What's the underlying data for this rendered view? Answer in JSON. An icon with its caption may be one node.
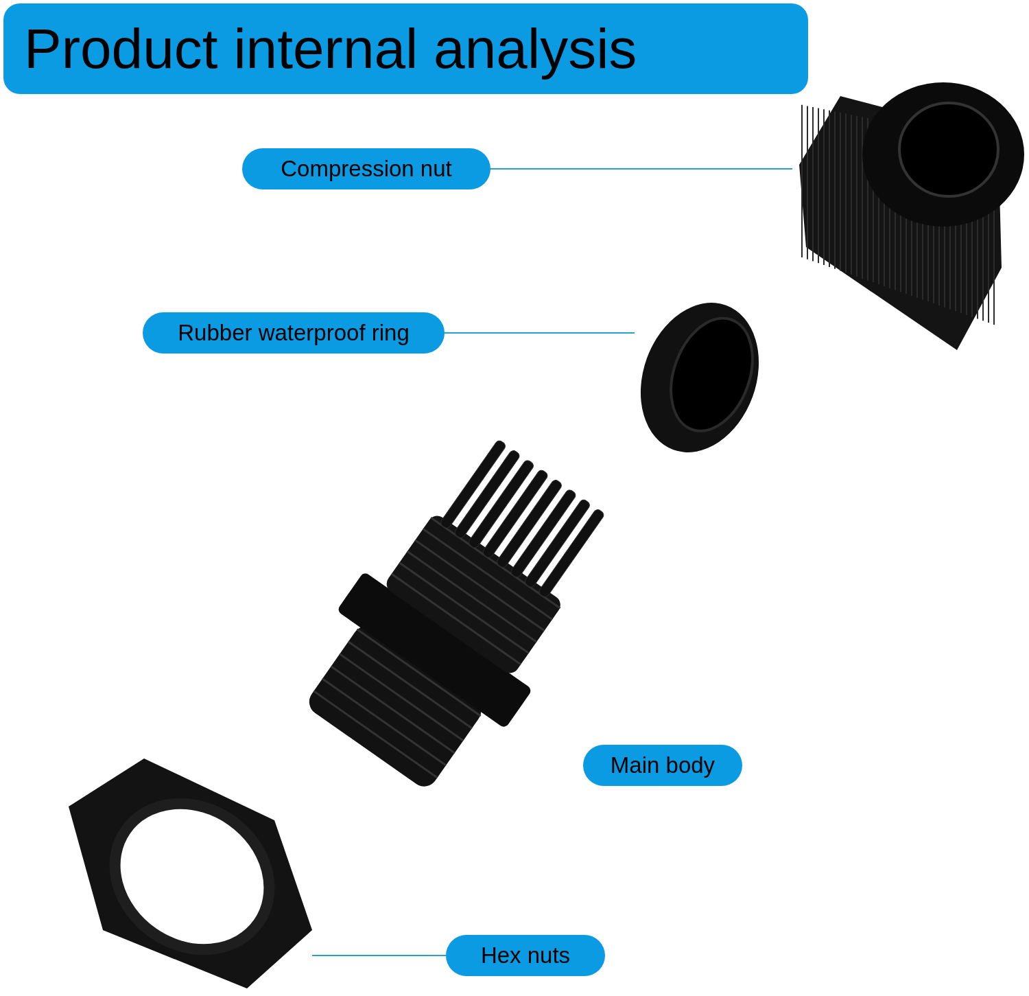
{
  "diagram": {
    "title": "Product internal analysis",
    "nodes": [
      {
        "text": [
          "Compression nut"
        ]
      },
      {
        "text": [],
        "shape": "picture"
      },
      {
        "text": [
          "Rubber waterproof ring"
        ]
      },
      {
        "text": [],
        "shape": "picture"
      },
      {
        "text": [],
        "shape": "picture"
      },
      {
        "text": [
          "Main body"
        ]
      },
      {
        "text": [],
        "shape": "picture"
      },
      {
        "text": [
          "Hex nuts"
        ]
      }
    ],
    "edges": [
      {
        "from": 0,
        "to": 1,
        "arrow": "none"
      },
      {
        "from": 2,
        "to": 3,
        "arrow": "none"
      },
      {
        "from": 5,
        "to": 4,
        "arrow": "none"
      },
      {
        "from": 7,
        "to": 6,
        "arrow": "none"
      }
    ]
  }
}
